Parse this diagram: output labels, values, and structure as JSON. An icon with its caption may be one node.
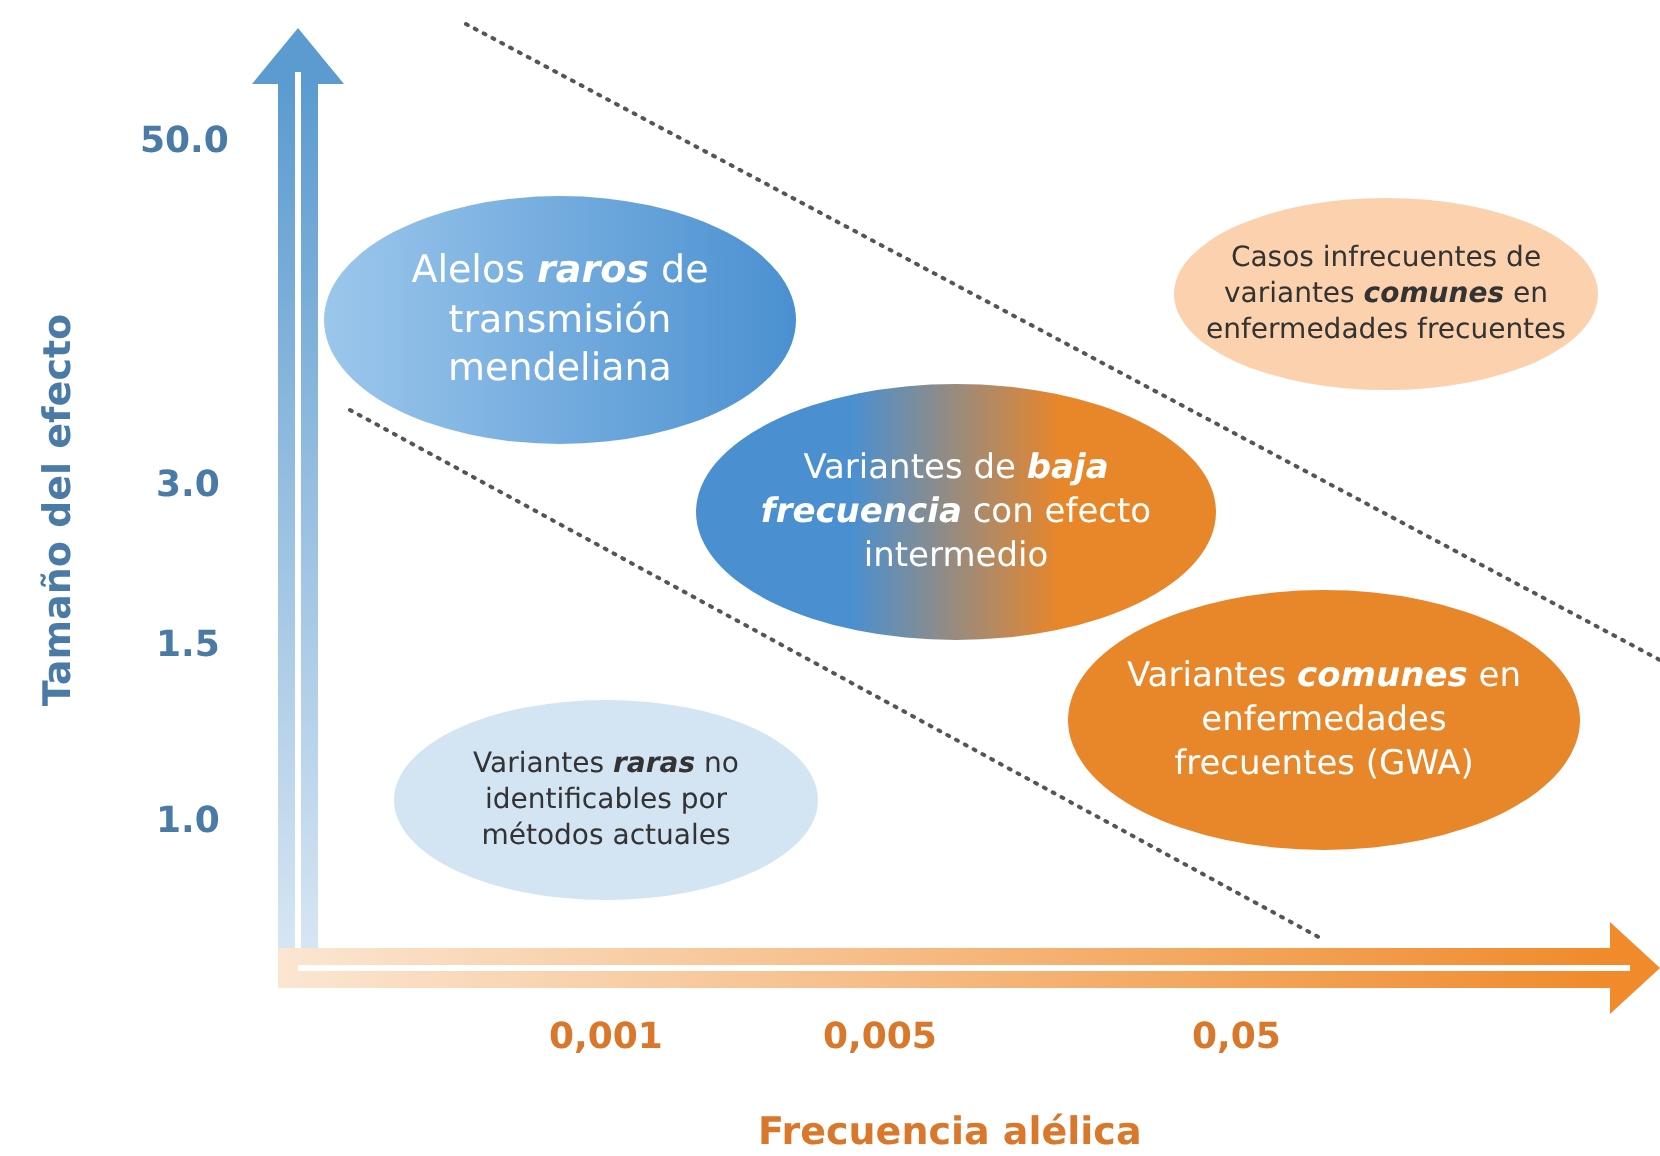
{
  "diagram": {
    "nodes": [
      {
        "text": [
          "Alelos **raros** de transmisión mendeliana"
        ]
      },
      {
        "text": [
          "Casos infrecuentes de variantes **comunes** en enfermedades frecuentes"
        ]
      },
      {
        "text": [
          "Variantes de **baja frecuencia** con efecto intermedio"
        ]
      },
      {
        "text": [
          "Variantes **comunes** en enfermedades frecuentes (GWA)"
        ]
      },
      {
        "text": [
          "Variantes **raras** no identificables por métodos actuales"
        ]
      }
    ],
    "labels": [
      "50.0",
      "3.0",
      "1.5",
      "1.0",
      "Tamaño del efecto",
      "0,001",
      "0,005",
      "0,05",
      "Frecuencia alélica"
    ]
  }
}
